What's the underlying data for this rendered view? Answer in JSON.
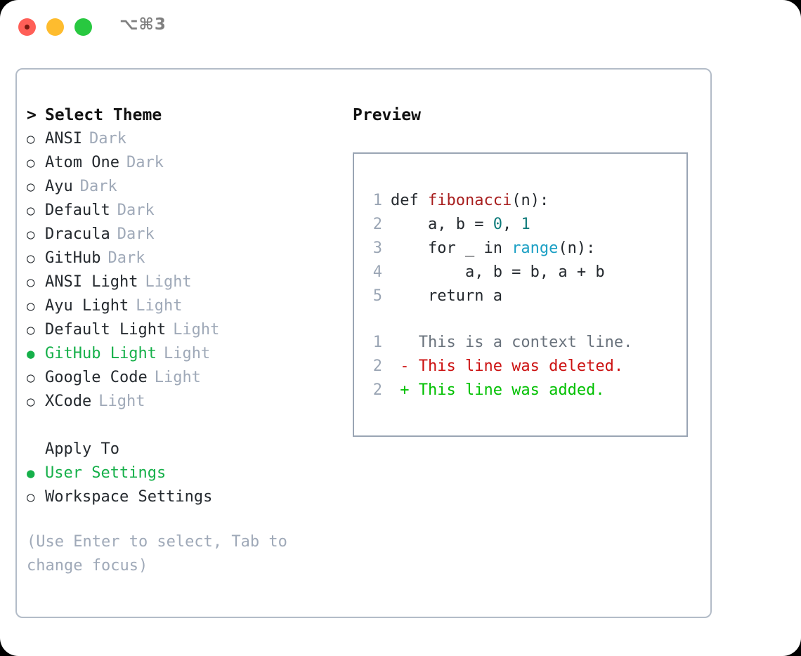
{
  "titlebar": {
    "shortcut": "⌥⌘3",
    "buttons": {
      "close": "close",
      "minimize": "minimize",
      "maximize": "maximize"
    }
  },
  "theme_picker": {
    "header": "Select Theme",
    "caret": ">",
    "bullet_selected": "●",
    "bullet_unselected": "○",
    "items": [
      {
        "label": "ANSI",
        "kind": "Dark",
        "selected": false
      },
      {
        "label": "Atom One",
        "kind": "Dark",
        "selected": false
      },
      {
        "label": "Ayu",
        "kind": "Dark",
        "selected": false
      },
      {
        "label": "Default",
        "kind": "Dark",
        "selected": false
      },
      {
        "label": "Dracula",
        "kind": "Dark",
        "selected": false
      },
      {
        "label": "GitHub",
        "kind": "Dark",
        "selected": false
      },
      {
        "label": "ANSI Light",
        "kind": "Light",
        "selected": false
      },
      {
        "label": "Ayu Light",
        "kind": "Light",
        "selected": false
      },
      {
        "label": "Default Light",
        "kind": "Light",
        "selected": false
      },
      {
        "label": "GitHub Light",
        "kind": "Light",
        "selected": true
      },
      {
        "label": "Google Code",
        "kind": "Light",
        "selected": false
      },
      {
        "label": "XCode",
        "kind": "Light",
        "selected": false
      }
    ]
  },
  "apply_to": {
    "header": "Apply To",
    "items": [
      {
        "label": "User Settings",
        "selected": true
      },
      {
        "label": "Workspace Settings",
        "selected": false
      }
    ]
  },
  "hint": "(Use Enter to select, Tab to change focus)",
  "preview": {
    "title": "Preview",
    "code_lines": [
      {
        "num": "1",
        "tokens": [
          {
            "t": "def ",
            "c": "plain"
          },
          {
            "t": "fibonacci",
            "c": "fn"
          },
          {
            "t": "(n):",
            "c": "plain"
          }
        ]
      },
      {
        "num": "2",
        "tokens": [
          {
            "t": "    a, b = ",
            "c": "plain"
          },
          {
            "t": "0",
            "c": "num"
          },
          {
            "t": ", ",
            "c": "plain"
          },
          {
            "t": "1",
            "c": "num"
          }
        ]
      },
      {
        "num": "3",
        "tokens": [
          {
            "t": "    for _ in ",
            "c": "plain"
          },
          {
            "t": "range",
            "c": "call"
          },
          {
            "t": "(n):",
            "c": "plain"
          }
        ]
      },
      {
        "num": "4",
        "tokens": [
          {
            "t": "        a, b = b, a + b",
            "c": "plain"
          }
        ]
      },
      {
        "num": "5",
        "tokens": [
          {
            "t": "    return a",
            "c": "plain"
          }
        ]
      }
    ],
    "diff_lines": [
      {
        "num": "1",
        "marker": " ",
        "text": "This is a context line.",
        "kind": "ctx"
      },
      {
        "num": "2",
        "marker": "-",
        "text": "This line was deleted.",
        "kind": "del"
      },
      {
        "num": "2",
        "marker": "+",
        "text": "This line was added.",
        "kind": "add"
      }
    ]
  },
  "colors": {
    "accent_green": "#16b04a",
    "muted": "#9fa9b8",
    "panel_border": "#b3bcc8",
    "preview_border": "#9aa5b4",
    "syntax_function": "#a81f1f",
    "syntax_number": "#0f7b7b",
    "syntax_call": "#1a9fc4",
    "diff_deleted": "#cc1111",
    "diff_added": "#00c000"
  }
}
